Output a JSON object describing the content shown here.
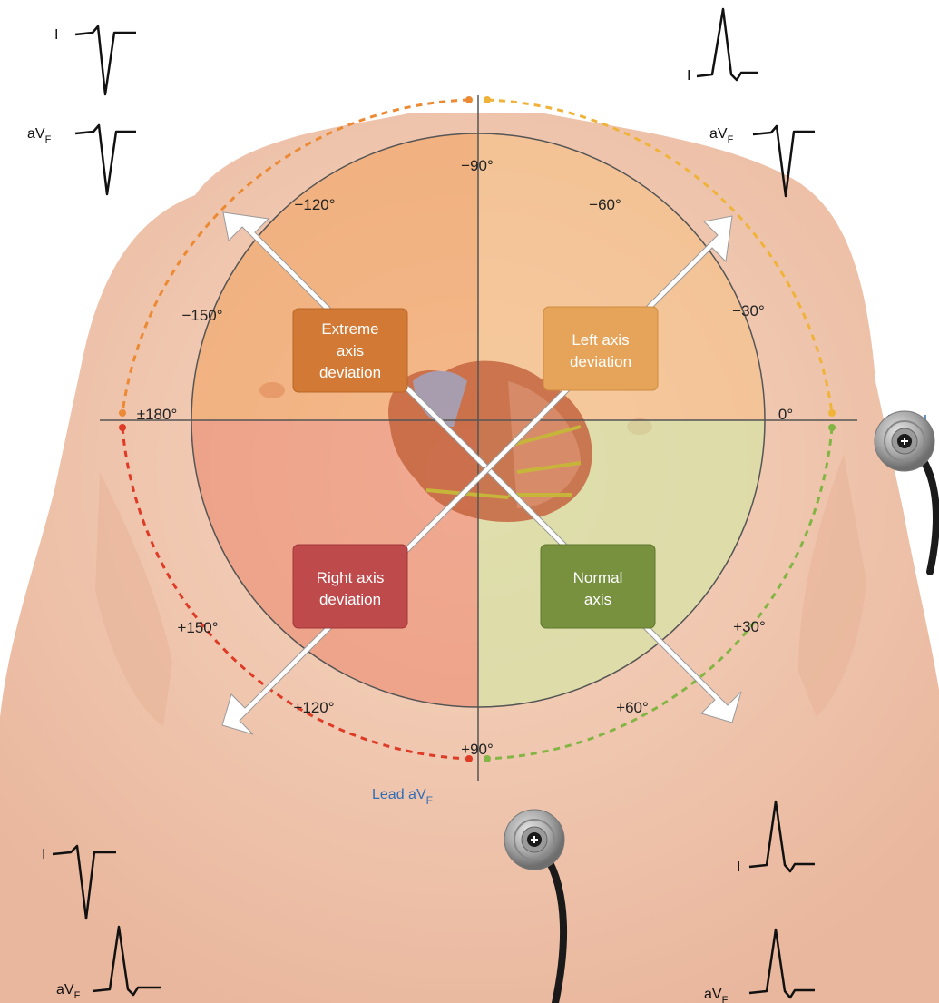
{
  "angles": {
    "top": "−90°",
    "neg60": "−60°",
    "neg30": "−30°",
    "zero": "0°",
    "pos30": "+30°",
    "pos60": "+60°",
    "pos90": "+90°",
    "pos120": "+120°",
    "pos150": "+150°",
    "pm180": "±180°",
    "neg150": "−150°",
    "neg120": "−120°"
  },
  "quadrants": {
    "extreme": [
      "Extreme",
      "axis",
      "deviation"
    ],
    "left": [
      "Left axis",
      "deviation"
    ],
    "right": [
      "Right axis",
      "deviation"
    ],
    "normal": [
      "Normal",
      "axis"
    ]
  },
  "leads": {
    "lead_i": "Lead I",
    "lead_avf_main": "Lead aV",
    "lead_avf_sub": "F"
  },
  "ecg": {
    "i": "I",
    "avf_main": "aV",
    "avf_sub": "F"
  },
  "colors": {
    "extreme": "#d27a35",
    "left": "#e5a459",
    "right": "#bf4a4c",
    "normal": "#77913e",
    "arc_orange": "#eb8a33",
    "arc_yellow": "#f0b33a",
    "arc_red": "#de3b27",
    "arc_green": "#82b544",
    "lead_blue": "#2f6db5"
  }
}
